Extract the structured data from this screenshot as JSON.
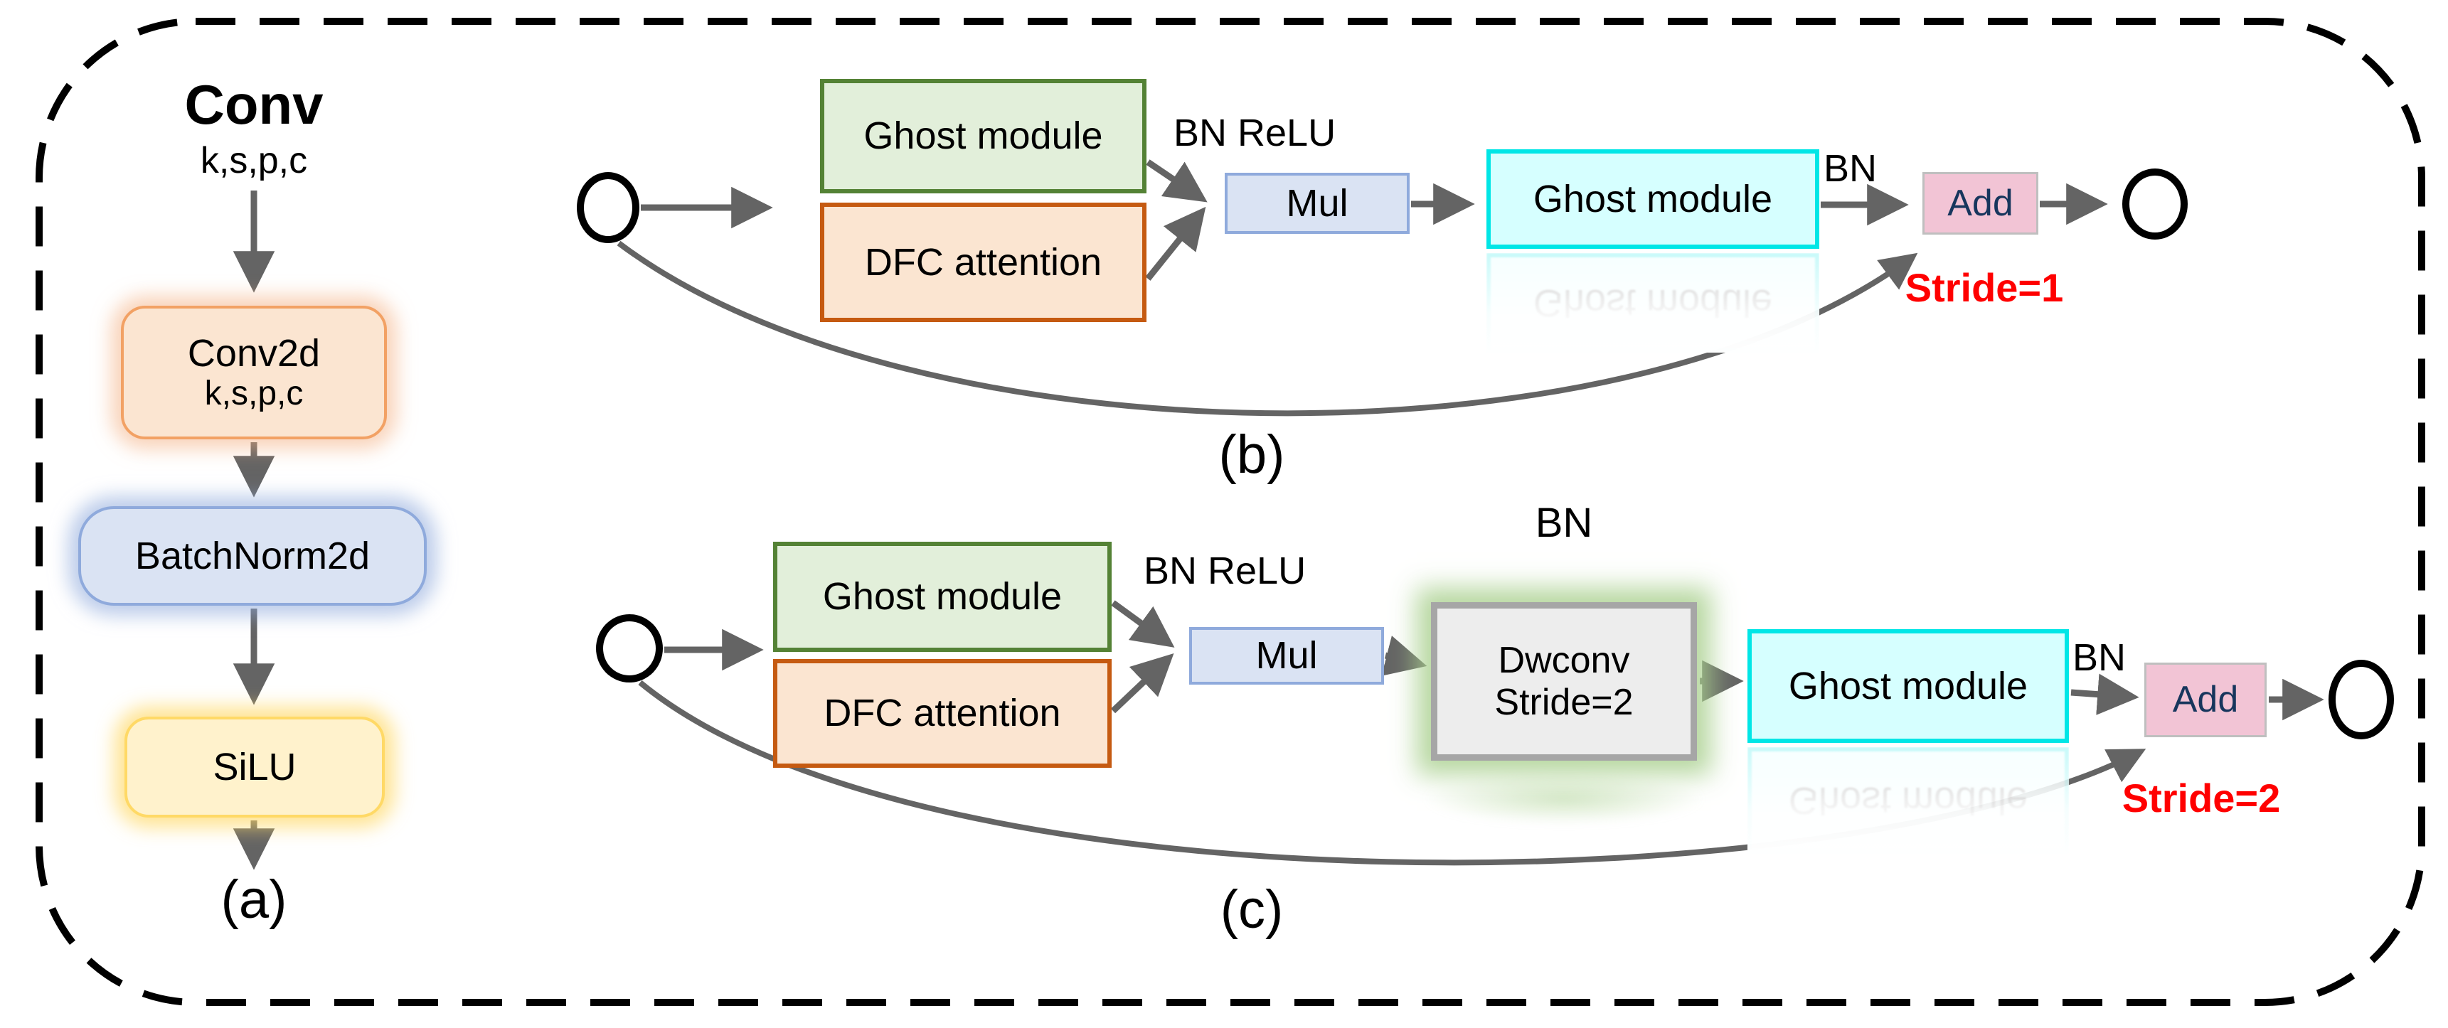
{
  "colors": {
    "arrow": "#646464",
    "green_fill": "#e2efda",
    "green_border": "#548235",
    "peach_fill": "#fbe5d1",
    "peach_border": "#c55a11",
    "conv2d_border": "#f2a164",
    "blue_fill": "#dae3f3",
    "blue_border": "#8faadc",
    "yellow_fill": "#fff2cc",
    "yellow_border": "#ffd966",
    "cyan_fill": "#d6ffff",
    "cyan_border": "#00e6e6",
    "gray_fill": "#ededed",
    "gray_border": "#a6a6a6",
    "pink_fill": "#f2c4d5",
    "pink_border": "#bfbfbf",
    "add_text": "#17365d",
    "stride_red": "#ff0000"
  },
  "panel_a": {
    "title": "Conv",
    "subtitle": "k,s,p,c",
    "conv2d_label": "Conv2d",
    "conv2d_sublabel": "k,s,p,c",
    "batchnorm_label": "BatchNorm2d",
    "silu_label": "SiLU",
    "caption": "(a)"
  },
  "panel_b": {
    "ghost1_label": "Ghost module",
    "dfc_label": "DFC attention",
    "bn_relu_label": "BN ReLU",
    "mul_label": "Mul",
    "ghost2_label": "Ghost module",
    "bn_label": "BN",
    "add_label": "Add",
    "stride_label": "Stride=1",
    "caption": "(b)"
  },
  "panel_c": {
    "ghost1_label": "Ghost module",
    "dfc_label": "DFC attention",
    "bn_relu_label": "BN ReLU",
    "mul_label": "Mul",
    "dwconv_label": "Dwconv",
    "dwconv_sublabel": "Stride=2",
    "bn_top_label": "BN",
    "ghost2_label": "Ghost module",
    "bn_label": "BN",
    "add_label": "Add",
    "stride_label": "Stride=2",
    "caption": "(c)"
  }
}
